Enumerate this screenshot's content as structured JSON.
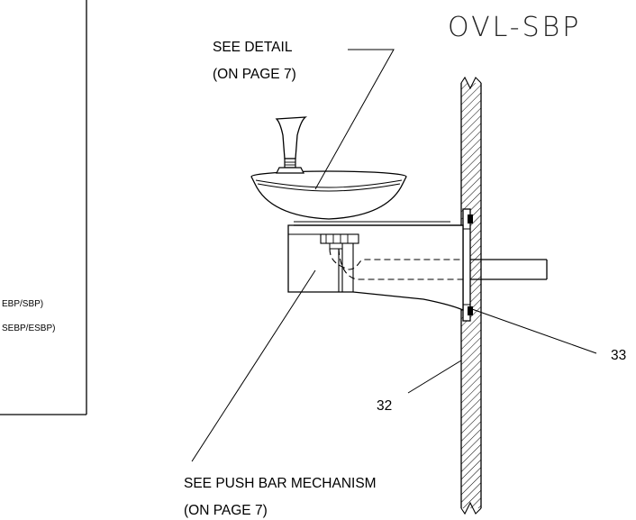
{
  "diagram": {
    "model_title": "OVL-SBP",
    "left_panel_notes": [
      "EBP/SBP)",
      "SEBP/ESBP)"
    ],
    "callouts": {
      "see_detail": {
        "line1": "SEE DETAIL",
        "line2": "(ON PAGE 7)"
      },
      "push_bar": {
        "line1": "SEE PUSH BAR MECHANISM",
        "line2": "(ON PAGE 7)"
      }
    },
    "part_numbers": {
      "wall": "32",
      "bracket": "33"
    }
  }
}
